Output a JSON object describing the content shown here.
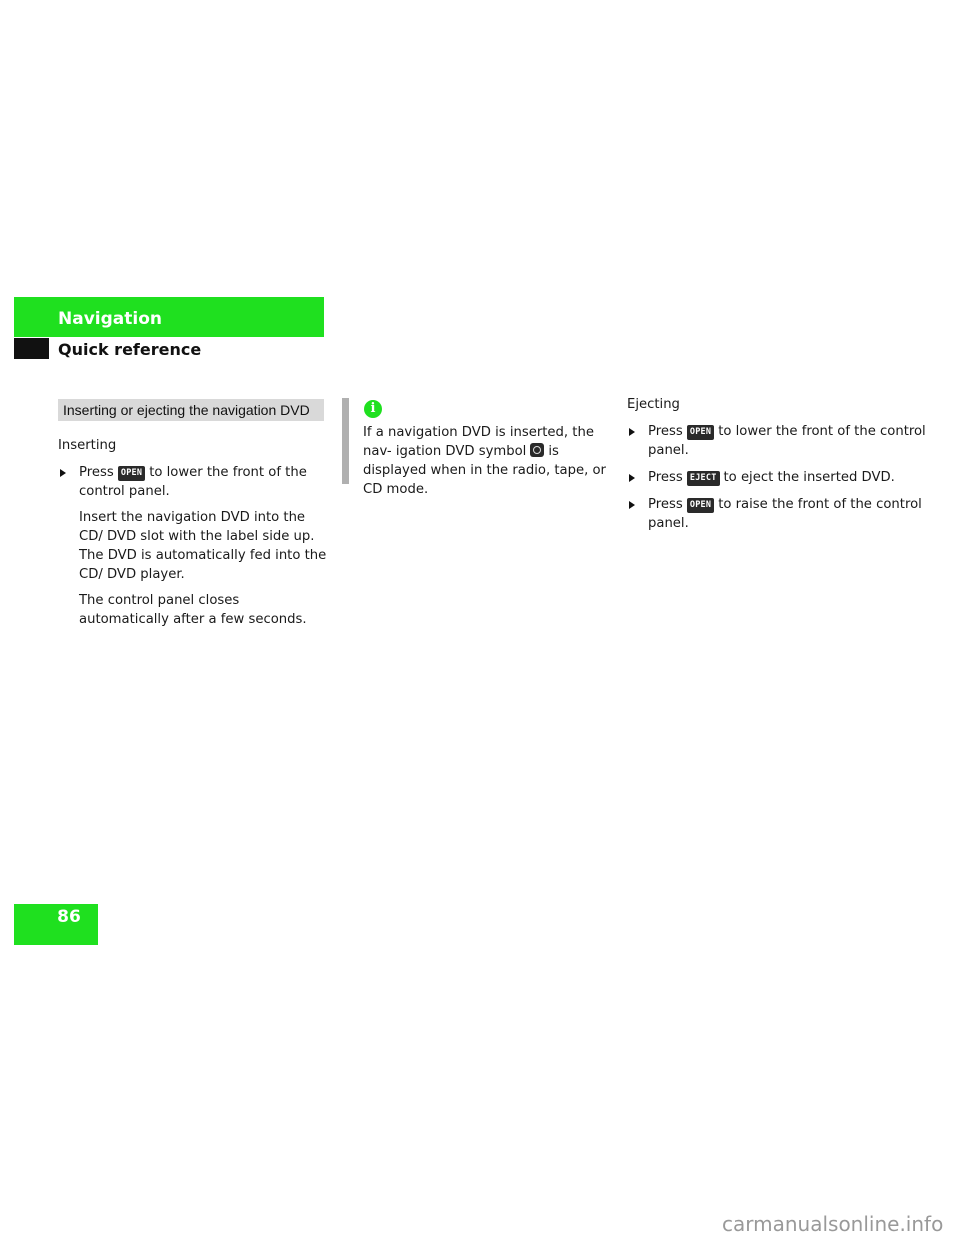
{
  "header": {
    "title": "Navigation",
    "subtitle": "Quick reference"
  },
  "section": {
    "heading": "Inserting or ejecting the navigation DVD"
  },
  "inserting": {
    "heading": "Inserting",
    "step1": {
      "press": "Press",
      "key": "OPEN",
      "text": "to lower the front of the control panel."
    },
    "para1": "Insert the navigation DVD into the CD/ DVD slot with the label side up. The DVD is automatically fed into the CD/ DVD player.",
    "para2": "The control panel closes automatically after a few seconds."
  },
  "note": {
    "icon": "info-icon",
    "text_before": "If a navigation DVD is inserted, the nav- igation DVD symbol",
    "symbol": "dvd-symbol-icon",
    "text_after": "is displayed when in the radio, tape, or CD mode."
  },
  "ejecting": {
    "heading": "Ejecting",
    "step1": {
      "press": "Press",
      "key": "OPEN",
      "text": "to lower the front of the control panel."
    },
    "step2": {
      "press": "Press",
      "key": "EJECT",
      "text": "to eject the inserted DVD."
    },
    "step3": {
      "press": "Press",
      "key": "OPEN",
      "text": "to raise the front of the control panel."
    }
  },
  "page_number": "86",
  "watermark": "carmanualsonline.info",
  "colors": {
    "accent": "#1fe01f",
    "dark": "#111111",
    "heading_bg": "#d9d9d9",
    "note_bar": "#b0b0b0"
  }
}
